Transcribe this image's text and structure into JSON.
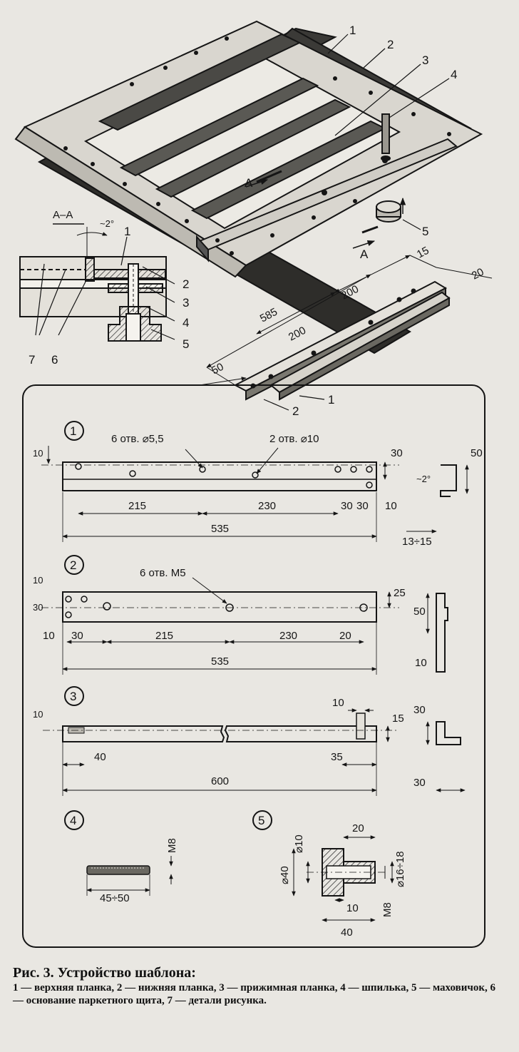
{
  "iso": {
    "callouts": [
      "1",
      "2",
      "3",
      "4",
      "5"
    ],
    "section_mark": "A",
    "section_title": "А–А",
    "section_angle": "~2°",
    "section_callouts": [
      "1",
      "2",
      "3",
      "4",
      "5",
      "7",
      "6"
    ]
  },
  "strip_view": {
    "dims": [
      "585",
      "15",
      "20",
      "200",
      "200",
      "50"
    ],
    "callouts": [
      "1",
      "2"
    ]
  },
  "detail1": {
    "number": "1",
    "holes_a": "6 отв. ⌀5,5",
    "holes_b": "2 отв. ⌀10",
    "dims": [
      "10",
      "215",
      "230",
      "30",
      "30",
      "10",
      "535",
      "30",
      "50",
      "~2°",
      "13÷15"
    ]
  },
  "detail2": {
    "number": "2",
    "holes": "6 отв. М5",
    "dims": [
      "10",
      "30",
      "10",
      "30",
      "215",
      "230",
      "20",
      "535",
      "25",
      "50",
      "10"
    ]
  },
  "detail3": {
    "number": "3",
    "dims": [
      "10",
      "40",
      "600",
      "10",
      "15",
      "35",
      "30",
      "30"
    ]
  },
  "detail4": {
    "number": "4",
    "dims": [
      "М8",
      "45÷50"
    ]
  },
  "detail5": {
    "number": "5",
    "dims": [
      "⌀10",
      "20",
      "⌀40",
      "⌀16÷18",
      "10",
      "М8",
      "40"
    ]
  },
  "caption": {
    "title": "Рис. 3. Устройство шаблона:",
    "text": "1 — верхняя планка, 2 — нижняя планка, 3 — прижимная планка, 4 — шпилька, 5 — маховичок, 6 — основание паркетного щита, 7 — детали рисунка."
  }
}
